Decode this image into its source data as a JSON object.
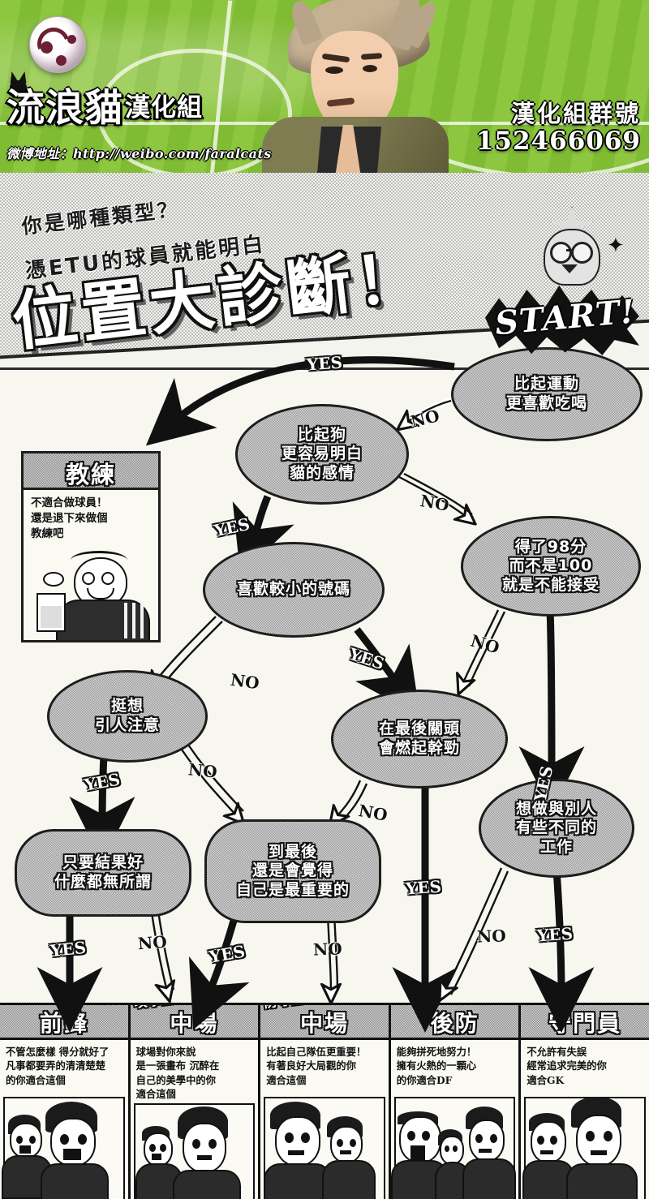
{
  "header": {
    "group_name_big": "流浪貓",
    "group_name_small": "漢化組",
    "weibo": "微博地址：http://weibo.com/faralcats",
    "qq_label": "漢化組群號",
    "qq_number": "152466069"
  },
  "title": {
    "sub_line1": "你是哪種類型？",
    "sub_line2": "憑ETU的球員就能明白",
    "main": "位置大診斷！",
    "start_badge": "START!"
  },
  "labels": {
    "yes": "YES",
    "no": "NO"
  },
  "nodes": {
    "start": "比起運動\n更喜歡吃喝",
    "cat_vs_dog": "比起狗\n更容易明白\n貓的感情",
    "score98": "得了98分\n而不是100\n就是不能接受",
    "small_number": "喜歡較小的號碼",
    "attention": "挺想\n引人注意",
    "last_minute": "在最後關頭\n會燃起幹勁",
    "different_job": "想做與別人\n有些不同的\n工作",
    "result_only": "只要結果好\n什麼都無所謂",
    "self_important": "到最後\n還是會覺得\n自己是最重要的"
  },
  "coach": {
    "title": "教練",
    "desc": "不適合做球員！\n還是退下來做個\n教練吧"
  },
  "results": [
    {
      "tag": "",
      "title": "前鋒",
      "desc": "不管怎麼樣 得分就好了\n凡事都要弄的清清楚楚\n的你適合這個"
    },
    {
      "tag": "攻擊型",
      "title": "中場",
      "desc": "球場對你來說\n是一張畫布 沉醉在\n自己的美學中的你\n適合這個"
    },
    {
      "tag": "防守型",
      "title": "中場",
      "desc": "比起自己隊伍更重要！\n有著良好大局觀的你\n適合這個"
    },
    {
      "tag": "",
      "title": "後防",
      "desc": "能夠拼死地努力！\n擁有火熱的一顆心\n的你適合DF"
    },
    {
      "tag": "",
      "title": "守門員",
      "desc": "不允許有失誤\n經常追求完美的你\n適合GK"
    }
  ],
  "edge_labels": {
    "start_yes": "YES",
    "start_no": "NO",
    "catdog_yes": "YES",
    "catdog_no": "NO",
    "score_no": "NO",
    "score_yes": "YES",
    "smallnum_no": "NO",
    "smallnum_yes": "YES",
    "attention_yes": "YES",
    "attention_no": "NO",
    "lastmin_no": "NO",
    "lastmin_yes": "YES",
    "different_no": "NO",
    "different_yes": "YES",
    "result_yes": "YES",
    "result_no": "NO",
    "selfimp_yes": "YES",
    "selfimp_no": "NO"
  },
  "colors": {
    "grass": "#8dc63f",
    "ink": "#111111",
    "node_fill": "#b8b8b8",
    "paper": "#faf9f2"
  }
}
